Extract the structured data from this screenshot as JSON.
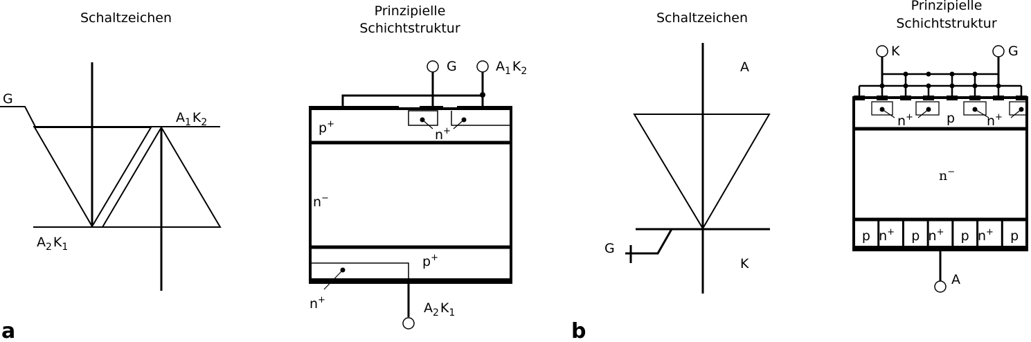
{
  "panel_a": {
    "letter": "a",
    "symbol": {
      "title": "Schaltzeichen",
      "gate": "G",
      "a1": "A",
      "a1_sub": "1",
      "k2": "K",
      "k2_sub": "2",
      "a2": "A",
      "a2_sub": "2",
      "k1": "K",
      "k1_sub": "1"
    },
    "structure": {
      "title_line1": "Prinzipielle",
      "title_line2": "Schichtstruktur",
      "gate": "G",
      "a1": "A",
      "a1_sub": "1",
      "k2": "K",
      "k2_sub": "2",
      "p_top": "p",
      "p_top_sup": "+",
      "n_top": "n",
      "n_top_sup": "+",
      "n_minus": "n",
      "n_minus_sup": "−",
      "p_bot": "p",
      "p_bot_sup": "+",
      "n_bot": "n",
      "n_bot_sup": "+",
      "a2": "A",
      "a2_sub": "2",
      "k1": "K",
      "k1_sub": "1"
    }
  },
  "panel_b": {
    "letter": "b",
    "symbol": {
      "title": "Schaltzeichen",
      "anode": "A",
      "cathode": "K",
      "gate": "G"
    },
    "structure": {
      "title_line1": "Prinzipielle",
      "title_line2": "Schichtstruktur",
      "cathode": "K",
      "gate": "G",
      "n_plus_left": "n",
      "n_plus_left_sup": "+",
      "p_mid": "p",
      "n_plus_right": "n",
      "n_plus_right_sup": "+",
      "n_minus": "n",
      "n_minus_sup": "−",
      "bottom_cells": [
        {
          "t": "p",
          "s": ""
        },
        {
          "t": "n",
          "s": "+"
        },
        {
          "t": "p",
          "s": ""
        },
        {
          "t": "n",
          "s": "+"
        },
        {
          "t": "p",
          "s": ""
        },
        {
          "t": "n",
          "s": "+"
        },
        {
          "t": "p",
          "s": ""
        }
      ],
      "anode": "A"
    }
  }
}
